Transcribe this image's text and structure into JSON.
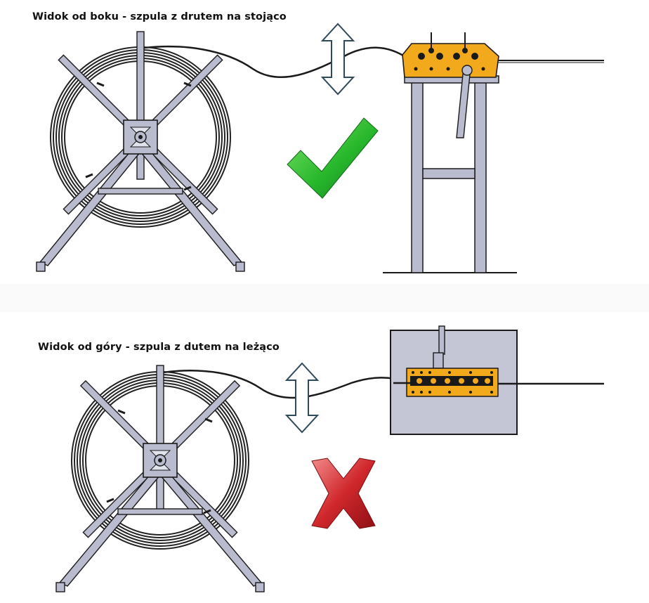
{
  "panels": {
    "side_view": {
      "caption": "Widok od boku - szpula z drutem na stojąco",
      "status": "correct",
      "status_color": "#2db52d",
      "status_icon": "checkmark-icon"
    },
    "top_view": {
      "caption": "Widok od góry - szpula z dutem na leżąco",
      "status": "incorrect",
      "status_color": "#c8252a",
      "status_icon": "cross-icon"
    }
  },
  "colors": {
    "frame": "#b9bccf",
    "outline": "#1a1a1a",
    "straightener": "#f2a91c",
    "wire": "#1a1a1a",
    "plate": "#c4c6d6"
  }
}
